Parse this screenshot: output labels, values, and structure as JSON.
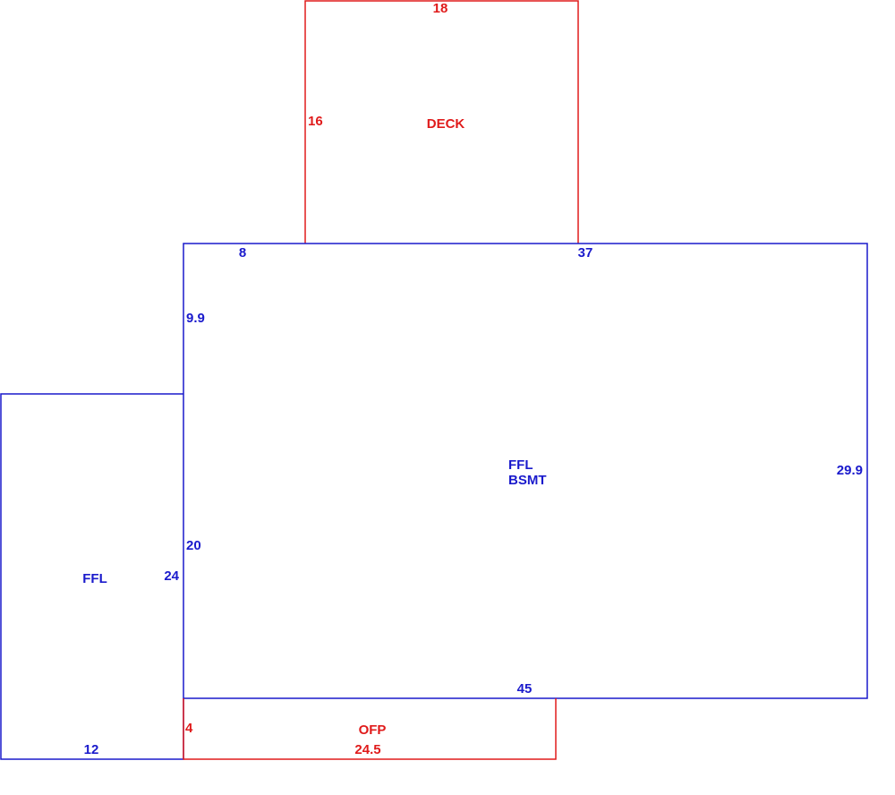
{
  "colors": {
    "living_area": "#1a1acc",
    "attached_area": "#e01b1b",
    "background": "#ffffff"
  },
  "deck": {
    "name": "DECK",
    "width_label": "18",
    "depth_label": "16"
  },
  "main_house": {
    "name_line1": "FFL",
    "name_line2": "BSMT",
    "top_left_label": "8",
    "top_right_label": "37",
    "left_upper_label": "9.9",
    "left_lower_label": "20",
    "right_label": "29.9",
    "bottom_label": "45"
  },
  "wing": {
    "name": "FFL",
    "side_label": "24",
    "bottom_label": "12"
  },
  "porch": {
    "name": "OFP",
    "side_label": "4",
    "width_label": "24.5"
  }
}
